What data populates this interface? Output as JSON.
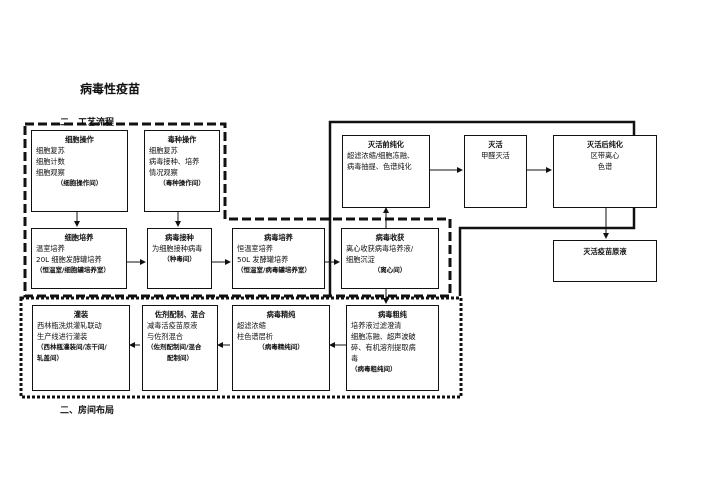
{
  "title": "病毒性疫苗",
  "section_process": "二、工艺流程",
  "section_rooms": "二、房间布局",
  "boxes": {
    "cell_op": {
      "title": "细胞操作",
      "lines": [
        "细胞复苏",
        "细胞计数",
        "细胞观察"
      ],
      "room": "（细胞操作间）"
    },
    "seed_op": {
      "title": "毒种操作",
      "lines": [
        "细胞复苏",
        "病毒接种、培养",
        "情况观察"
      ],
      "room": "（毒种操作间）"
    },
    "cell_culture": {
      "title": "细胞培养",
      "lines": [
        "温室培养",
        "20L 细胞发酵罐培养"
      ],
      "room": "（恒温室/细胞罐培养室）"
    },
    "virus_inoc": {
      "title": "病毒接种",
      "lines": [
        "为细胞接种病毒"
      ],
      "room": "（种毒间）"
    },
    "virus_culture": {
      "title": "病毒培养",
      "lines": [
        "恒温室培养",
        "50L 发酵罐培养"
      ],
      "room": "（恒温室/病毒罐培养室）"
    },
    "virus_harvest": {
      "title": "病毒收获",
      "lines": [
        "离心收获病毒培养液/",
        "细胞沉淀"
      ],
      "room": "（离心间）"
    },
    "pre_inact": {
      "title": "灭活前纯化",
      "lines": [
        "超滤浓缩/细胞冻融、",
        "病毒抽提、色谱纯化"
      ]
    },
    "inact": {
      "title": "灭活",
      "lines": [
        "甲醛灭活"
      ]
    },
    "post_inact": {
      "title": "灭活后纯化",
      "lines": [
        "区带离心",
        "色谱"
      ]
    },
    "inact_bulk": {
      "title": "灭活疫苗原液"
    },
    "filling": {
      "title": "灌装",
      "lines": [
        "西林瓶洗烘灌轧联动",
        "生产线进行灌装"
      ],
      "room": [
        "（西林瓶灌装间/冻干间/",
        "轧盖间）"
      ]
    },
    "formulate": {
      "title": "佐剂配制、混合",
      "lines": [
        "减毒活疫苗原液",
        "与佐剂混合"
      ],
      "room": [
        "（佐剂配制间/混合",
        "配制间）"
      ]
    },
    "fine_purif": {
      "title": "病毒精纯",
      "lines": [
        "超滤浓缩",
        "柱色谱层析"
      ],
      "room": "（病毒精纯间）"
    },
    "crude_purif": {
      "title": "病毒粗纯",
      "lines": [
        "培养液过滤澄清",
        "细胞冻融、超声波破",
        "碎、有机溶剂提取病",
        "毒"
      ],
      "room": "（病毒粗纯间）"
    }
  }
}
